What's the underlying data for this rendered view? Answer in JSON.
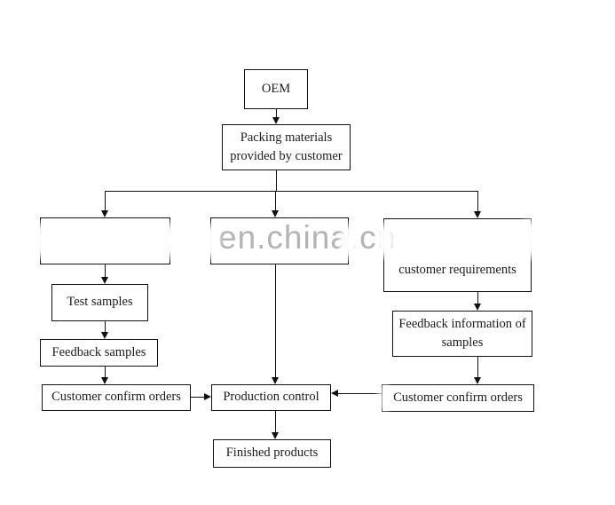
{
  "watermark": {
    "text": "en.china.cn",
    "color": "#acacac"
  },
  "colors": {
    "line": "#111111",
    "text": "#1a1a1a",
    "background": "#ffffff"
  },
  "nodes": {
    "oem": "OEM",
    "packing": "Packing materials provided by customer",
    "left_blank": "",
    "mid_blank": "",
    "customer_requirements": "customer requirements",
    "test_samples": "Test samples",
    "feedback_samples": "Feedback samples",
    "customer_confirm_left": "Customer confirm orders",
    "production_control": "Production control",
    "feedback_information": "Feedback information of samples",
    "customer_confirm_right": "Customer confirm orders",
    "finished_products": "Finished products"
  }
}
